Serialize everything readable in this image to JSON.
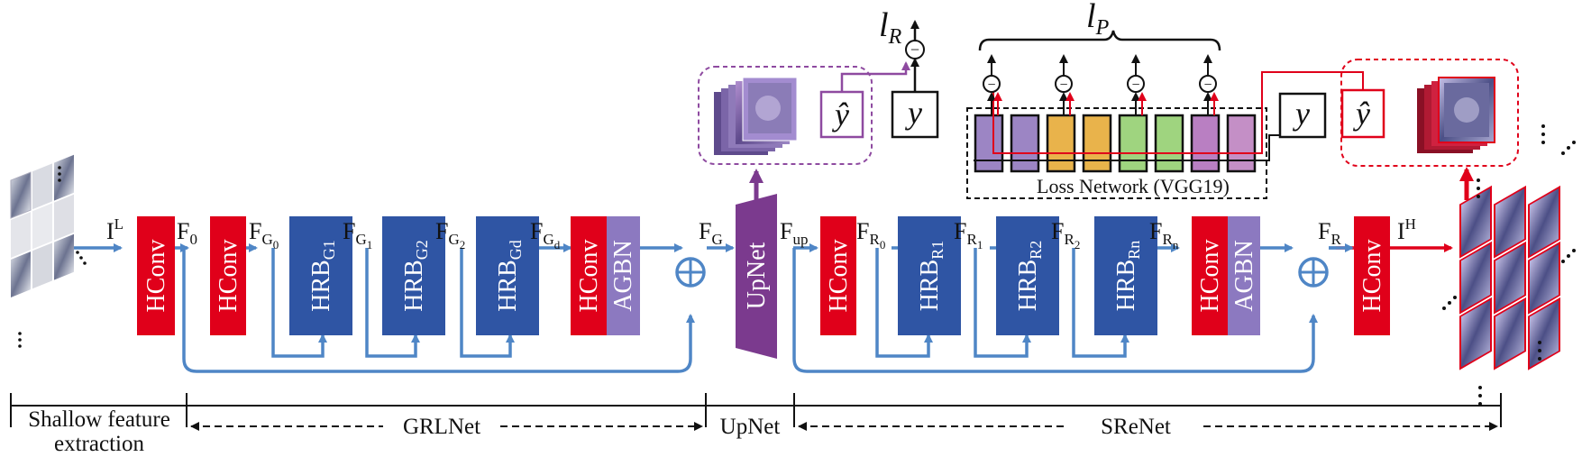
{
  "colors": {
    "hconv": "#e0001a",
    "hrb": "#2f55a4",
    "agbn": "#8c79c0",
    "upnet": "#7b3a8e",
    "arrow": "#4f86c6",
    "purple_loss": "#8e4aa0",
    "red_loss": "#e0001a",
    "vgg": [
      "#9c85c4",
      "#9c85c4",
      "#e9b34b",
      "#e9b34b",
      "#9fd47f",
      "#9fd47f",
      "#b97fc2",
      "#c48fc6"
    ]
  },
  "blocks": {
    "hconv": "HConv",
    "agbn": "AGBN",
    "upnet": "UpNet",
    "hrb": "HRB",
    "hrb_g_subs": [
      "G1",
      "G2",
      "Gd"
    ],
    "hrb_r_subs": [
      "R1",
      "R2",
      "Rn"
    ]
  },
  "features": {
    "input": {
      "main": "I",
      "sup": "L"
    },
    "f0": {
      "main": "F",
      "sub": "0"
    },
    "fg0": {
      "main": "F",
      "sub": "G",
      "subsub": "0"
    },
    "fg1": {
      "main": "F",
      "sub": "G",
      "subsub": "1"
    },
    "fg2": {
      "main": "F",
      "sub": "G",
      "subsub": "2"
    },
    "fgd": {
      "main": "F",
      "sub": "G",
      "subsub": "d"
    },
    "fg": {
      "main": "F",
      "sub": "G"
    },
    "fup": {
      "main": "F",
      "sub": "up"
    },
    "fr0": {
      "main": "F",
      "sub": "R",
      "subsub": "0"
    },
    "fr1": {
      "main": "F",
      "sub": "R",
      "subsub": "1"
    },
    "fr2": {
      "main": "F",
      "sub": "R",
      "subsub": "2"
    },
    "frn": {
      "main": "F",
      "sub": "R",
      "subsub": "n"
    },
    "fr": {
      "main": "F",
      "sub": "R"
    },
    "output": {
      "main": "I",
      "sup": "H"
    }
  },
  "losses": {
    "lr": {
      "main": "l",
      "sub": "R"
    },
    "lp": {
      "main": "l",
      "sub": "P"
    },
    "y": "y",
    "yhat": "ŷ",
    "minus": "−",
    "vgg_label": "Loss Network (VGG19)"
  },
  "sections": [
    {
      "label_line1": "Shallow feature",
      "label_line2": "extraction"
    },
    {
      "label": "GRLNet"
    },
    {
      "label": "UpNet"
    },
    {
      "label": "SReNet"
    }
  ]
}
